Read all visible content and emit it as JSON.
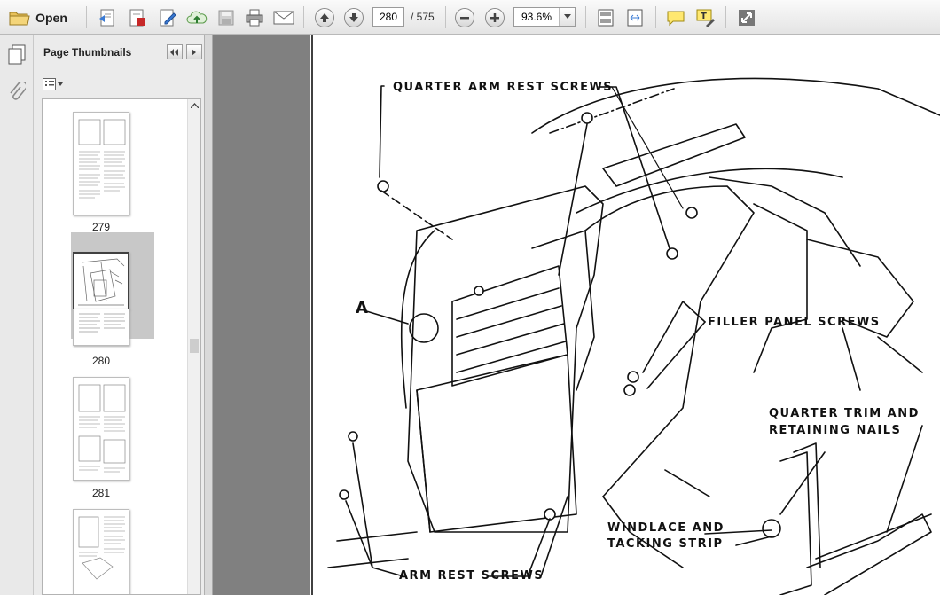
{
  "toolbar": {
    "open_label": "Open",
    "current_page": "280",
    "total_pages": "/ 575",
    "zoom": "93.6%"
  },
  "sidebar": {
    "title": "Page Thumbnails",
    "thumbnails": [
      {
        "label": "279"
      },
      {
        "label": "280"
      },
      {
        "label": "281"
      }
    ]
  },
  "document": {
    "labels": {
      "quarter_arm_rest_screws": "QUARTER ARM REST SCREWS",
      "filler_panel_screws": "FILLER PANEL SCREWS",
      "quarter_trim_line1": "QUARTER TRIM AND",
      "quarter_trim_line2": "RETAINING NAILS",
      "windlace_line1": "WINDLACE AND",
      "windlace_line2": "TACKING STRIP",
      "arm_rest_screws": "ARM REST SCREWS",
      "callout_a": "A"
    }
  }
}
